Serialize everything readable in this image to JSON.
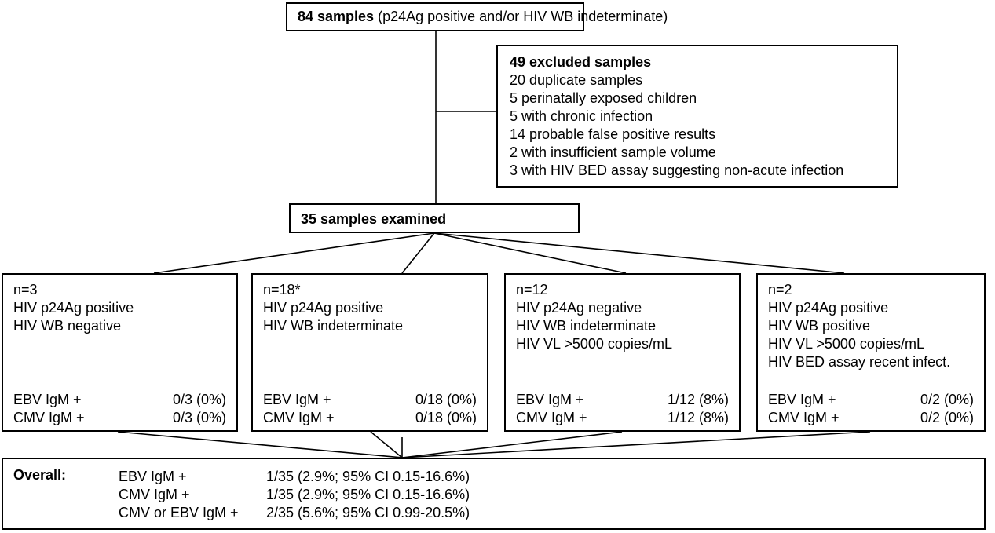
{
  "top": {
    "bold": "84 samples",
    "rest": " (p24Ag positive and/or HIV WB indeterminate)"
  },
  "excluded": {
    "title": "49 excluded samples",
    "items": [
      "20 duplicate samples",
      "5 perinatally exposed children",
      "5 with chronic infection",
      "14 probable false positive results",
      "2 with insufficient sample volume",
      "3 with HIV BED assay suggesting non-acute infection"
    ]
  },
  "examined": {
    "label": "35 samples examined"
  },
  "groups": [
    {
      "n": "n=3",
      "lines": [
        "HIV p24Ag positive",
        "HIV WB negative"
      ],
      "ebv_label": "EBV IgM +",
      "ebv_value": "0/3 (0%)",
      "cmv_label": "CMV IgM +",
      "cmv_value": "0/3 (0%)"
    },
    {
      "n": "n=18*",
      "lines": [
        "HIV p24Ag positive",
        "HIV WB indeterminate"
      ],
      "ebv_label": "EBV IgM +",
      "ebv_value": "0/18 (0%)",
      "cmv_label": "CMV IgM +",
      "cmv_value": "0/18 (0%)"
    },
    {
      "n": "n=12",
      "lines": [
        "HIV p24Ag negative",
        "HIV WB indeterminate",
        "HIV VL >5000 copies/mL"
      ],
      "ebv_label": "EBV IgM +",
      "ebv_value": "1/12 (8%)",
      "cmv_label": "CMV IgM +",
      "cmv_value": "1/12 (8%)"
    },
    {
      "n": "n=2",
      "lines": [
        "HIV p24Ag positive",
        "HIV WB positive",
        "HIV VL >5000 copies/mL",
        "HIV BED assay recent infect."
      ],
      "ebv_label": "EBV IgM +",
      "ebv_value": "0/2 (0%)",
      "cmv_label": "CMV IgM +",
      "cmv_value": "0/2 (0%)"
    }
  ],
  "overall": {
    "label": "Overall:",
    "rows": [
      {
        "label": "EBV IgM +",
        "value": "1/35 (2.9%; 95% CI 0.15-16.6%)"
      },
      {
        "label": "CMV IgM +",
        "value": "1/35 (2.9%; 95% CI 0.15-16.6%)"
      },
      {
        "label": "CMV or EBV IgM +",
        "value": "2/35 (5.6%; 95% CI 0.99-20.5%)"
      }
    ]
  }
}
